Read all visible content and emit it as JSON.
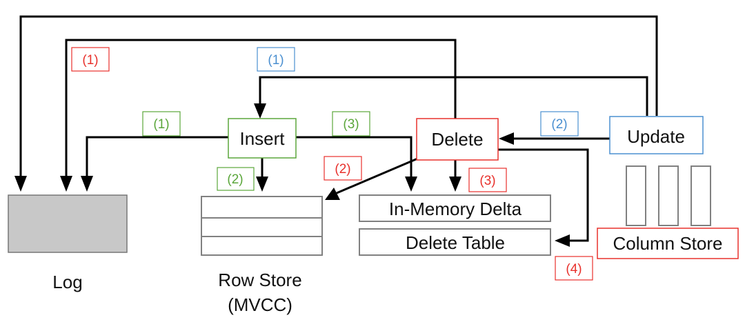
{
  "nodes": {
    "insert": "Insert",
    "delete": "Delete",
    "update": "Update",
    "in_memory_delta": "In-Memory Delta",
    "delete_table": "Delete Table",
    "column_store": "Column Store",
    "log": "Log",
    "row_store_line1": "Row Store",
    "row_store_line2": "(MVCC)"
  },
  "step_labels": {
    "delete_to_log": "(1)",
    "update_to_insert": "(1)",
    "insert_to_log": "(1)",
    "insert_to_row_store": "(2)",
    "insert_to_delta": "(3)",
    "delete_to_row_store": "(2)",
    "delete_to_delta": "(3)",
    "delete_to_delete_table": "(4)",
    "update_to_delete": "(2)"
  },
  "colors": {
    "insert": "#5aa63a",
    "delete": "#e8302b",
    "update": "#4a8fd0",
    "store_outline": "#808080",
    "log_fill": "#c8c8c8"
  }
}
